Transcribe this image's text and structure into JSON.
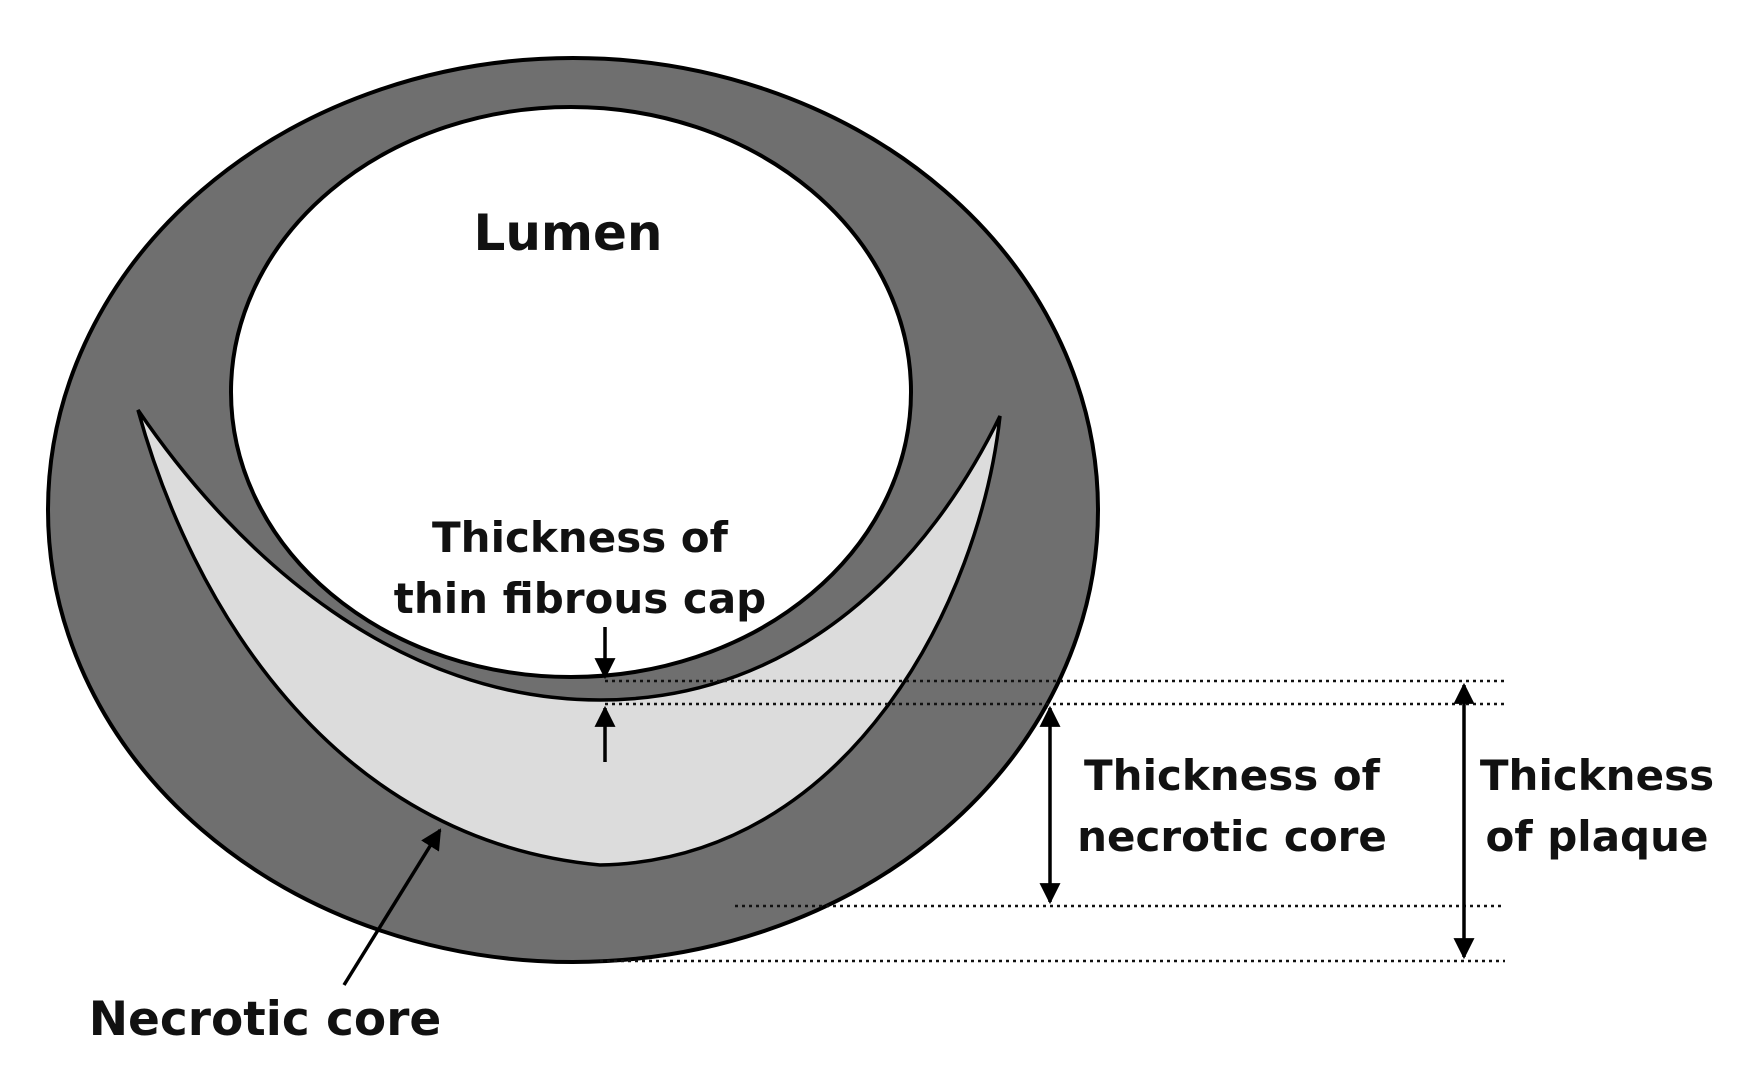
{
  "labels": {
    "lumen": "Lumen",
    "fibrous_cap": [
      "Thickness of",
      "thin fibrous cap"
    ],
    "necrotic_core_thickness": [
      "Thickness of",
      "necrotic core"
    ],
    "plaque_thickness": [
      "Thickness",
      "of plaque"
    ],
    "necrotic_core": "Necrotic core"
  },
  "colors": {
    "vessel_wall": "#6f6f6f",
    "necrotic_core": "#dcdcdc",
    "lumen": "#ffffff",
    "outline": "#000000"
  }
}
